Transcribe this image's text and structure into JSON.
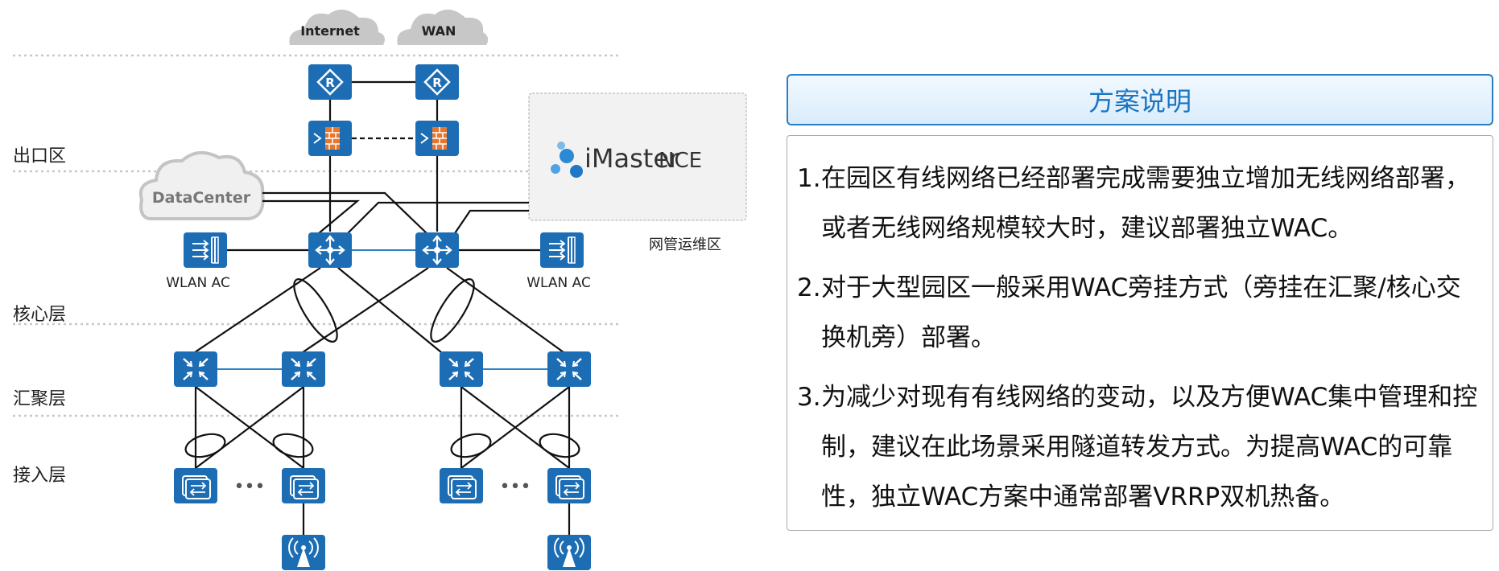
{
  "clouds": {
    "internet": "Internet",
    "wan": "WAN",
    "datacenter": "DataCenter"
  },
  "layers": {
    "exit": "出口区",
    "core": "核心层",
    "aggregation": "汇聚层",
    "access": "接入层"
  },
  "nce": {
    "name_main": "iMaster",
    "name_sub": "NCE",
    "zone_label": "网管运维区"
  },
  "wlan_ac_label": "WLAN AC",
  "ellipsis": "•••",
  "panel": {
    "title": "方案说明",
    "items": [
      {
        "num": "1.",
        "text": "在园区有线网络已经部署完成需要独立增加无线网络部署，或者无线网络规模较大时，建议部署独立WAC。"
      },
      {
        "num": "2.",
        "text": "对于大型园区一般采用WAC旁挂方式（旁挂在汇聚/核心交换机旁）部署。"
      },
      {
        "num": "3.",
        "text": "为减少对现有有线网络的变动，以及方便WAC集中管理和控制，建议在此场景采用隧道转发方式。为提高WAC的可靠性，独立WAC方案中通常部署VRRP双机热备。"
      }
    ]
  },
  "colors": {
    "device_blue": "#1d6db5",
    "link_blue": "#2a82c9",
    "accent": "#1a74c2"
  }
}
